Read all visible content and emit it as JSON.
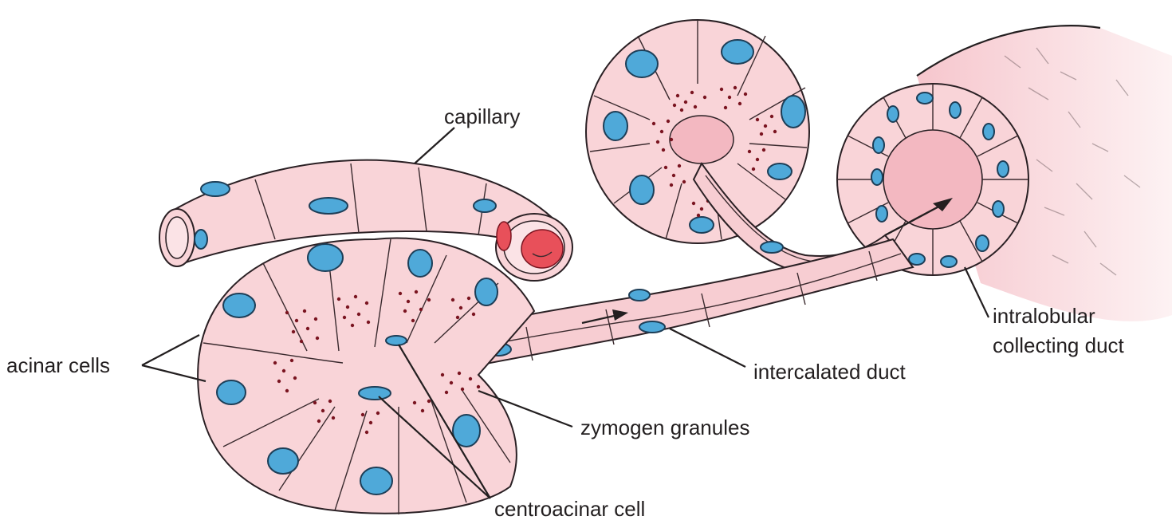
{
  "labels": {
    "capillary": "capillary",
    "acinar_cells": "acinar cells",
    "intercalated_duct": "intercalated duct",
    "intralobular_1": "intralobular",
    "intralobular_2": "collecting duct",
    "zymogen_granules": "zymogen granules",
    "centroacinar_cell": "centroacinar cell"
  },
  "colors": {
    "cell_fill": "#f9d4d8",
    "nucleus": "#4fa9d9",
    "red_blood_cell": "#e8505a",
    "granule": "#7a1420",
    "outline": "#231f20"
  }
}
